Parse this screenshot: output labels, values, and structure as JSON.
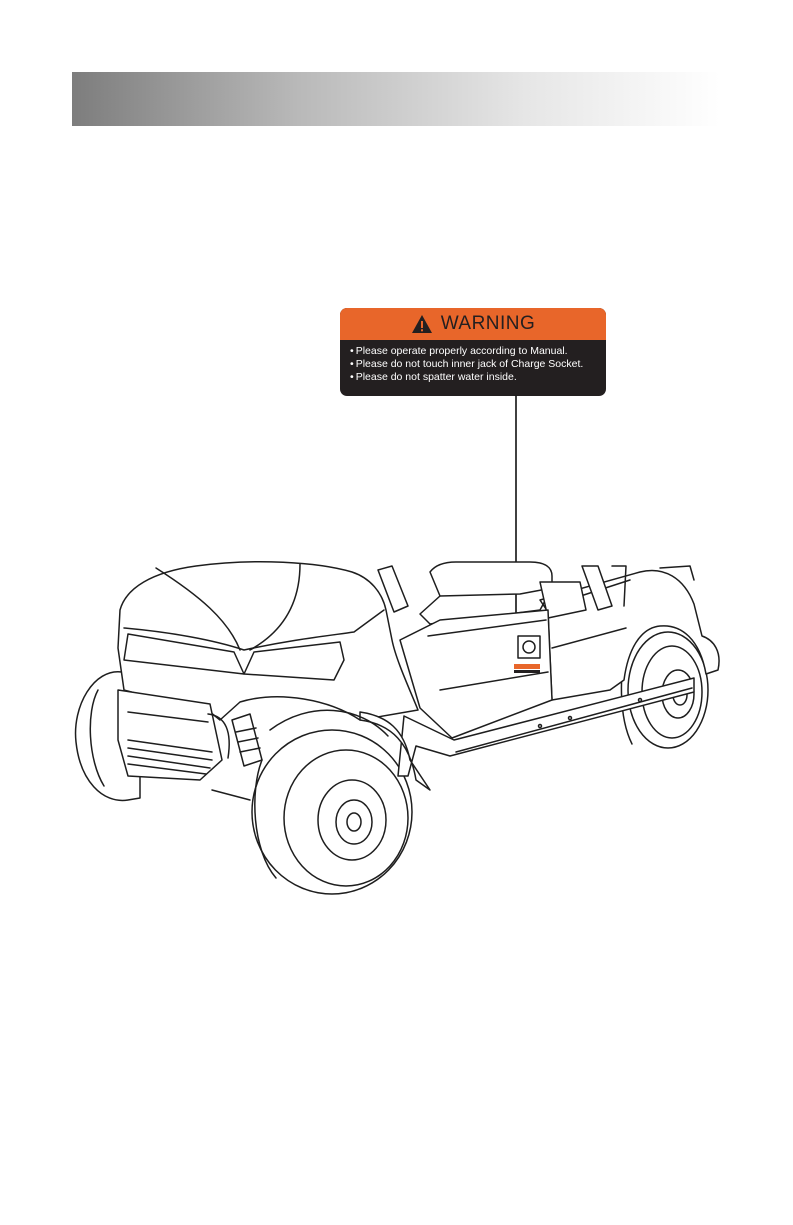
{
  "warning_label": {
    "icon": "warning-triangle-icon",
    "title": "WARNING",
    "items": [
      "Please operate properly according to Manual.",
      "Please do not touch inner jack of Charge Socket.",
      "Please do not spatter water inside."
    ],
    "colors": {
      "header": "#e8662a",
      "body": "#231f20",
      "text": "#ffffff"
    }
  },
  "header_bar": {
    "gradient_start": "#7d7d7d",
    "gradient_end": "#ffffff"
  }
}
